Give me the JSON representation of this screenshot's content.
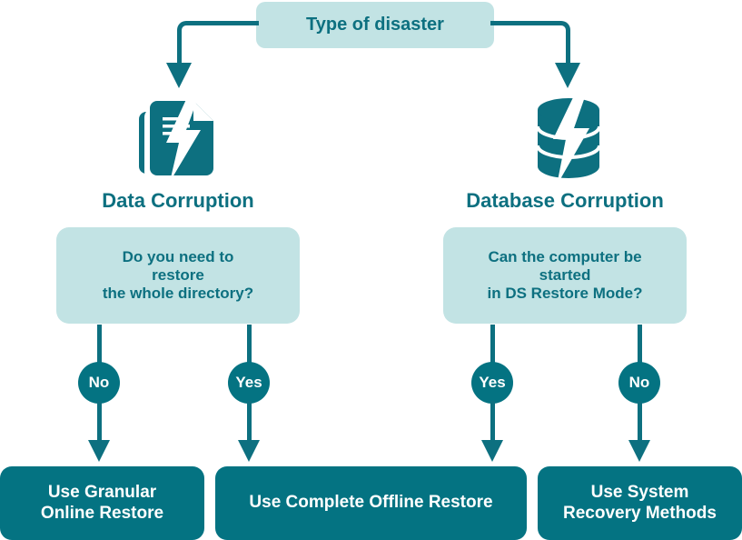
{
  "diagram": {
    "title_text": "Type of disaster",
    "colors": {
      "teal_dark": "#047382",
      "teal_line": "#0d7080",
      "teal_light": "#c2e3e4",
      "white": "#ffffff"
    },
    "root": {
      "label": "Type of disaster"
    },
    "branches": [
      {
        "id": "data-corruption",
        "icon": "document-lightning-icon",
        "title": "Data Corruption",
        "question": "Do you need to restore\nthe whole directory?",
        "question_lines": [
          "Do you need to",
          "restore",
          "the whole directory?"
        ]
      },
      {
        "id": "database-corruption",
        "icon": "database-lightning-icon",
        "title": "Database Corruption",
        "question": "Can the computer be started\nin DS Restore Mode?",
        "question_lines": [
          "Can the computer be",
          "started",
          "in DS Restore Mode?"
        ]
      }
    ],
    "edges": [
      {
        "id": "edge-1",
        "badge": "No",
        "from": "data-corruption",
        "to": "outcome-1"
      },
      {
        "id": "edge-2",
        "badge": "Yes",
        "from": "data-corruption",
        "to": "outcome-2"
      },
      {
        "id": "edge-3",
        "badge": "Yes",
        "from": "database-corruption",
        "to": "outcome-2"
      },
      {
        "id": "edge-4",
        "badge": "No",
        "from": "database-corruption",
        "to": "outcome-3"
      }
    ],
    "outcomes": [
      {
        "id": "outcome-1",
        "lines": [
          "Use Granular",
          "Online Restore"
        ]
      },
      {
        "id": "outcome-2",
        "lines": [
          "Use Complete Offline Restore"
        ]
      },
      {
        "id": "outcome-3",
        "lines": [
          "Use System",
          "Recovery Methods"
        ]
      }
    ],
    "labels": {
      "branch_left_title": "Data Corruption",
      "branch_right_title": "Database Corruption",
      "q_left_l1": "Do you need to",
      "q_left_l2": "restore",
      "q_left_l3": "the whole directory?",
      "q_right_l1": "Can the computer be",
      "q_right_l2": "started",
      "q_right_l3": "in DS Restore Mode?",
      "badge_1": "No",
      "badge_2": "Yes",
      "badge_3": "Yes",
      "badge_4": "No",
      "out1_l1": "Use Granular",
      "out1_l2": "Online Restore",
      "out2_l1": "Use Complete Offline Restore",
      "out3_l1": "Use System",
      "out3_l2": "Recovery Methods"
    }
  }
}
